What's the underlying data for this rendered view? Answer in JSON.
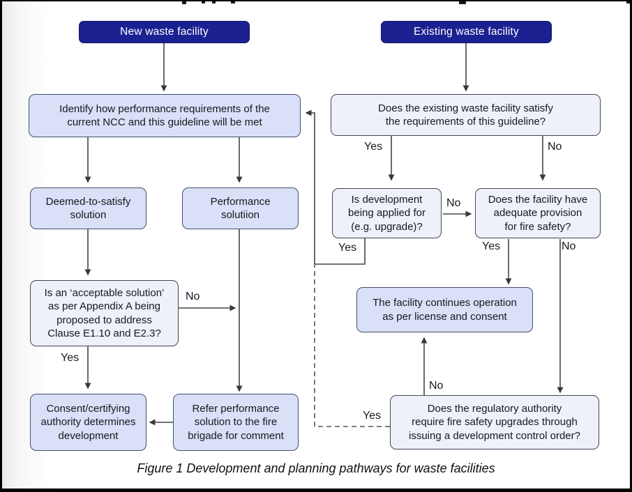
{
  "figure": {
    "caption": "Figure 1 Development and planning pathways for waste facilities"
  },
  "nodes": {
    "new_facility": {
      "label": "New waste facility",
      "type": "start"
    },
    "existing_facility": {
      "label": "Existing waste facility",
      "type": "start"
    },
    "identify": {
      "label": "Identify how performance requirements of the\ncurrent NCC and this guideline will be met",
      "type": "process"
    },
    "does_existing": {
      "label": "Does the existing waste facility satisfy\nthe requirements of this guideline?",
      "type": "decision"
    },
    "deemed": {
      "label": "Deemed-to-satisfy\nsolution",
      "type": "process"
    },
    "performance": {
      "label": "Performance\nsolutiion",
      "type": "process"
    },
    "is_development": {
      "label": "Is development\nbeing applied for\n(e.g. upgrade)?",
      "type": "decision"
    },
    "does_facility": {
      "label": "Does the facility have\nadequate provision\nfor fire safety?",
      "type": "decision"
    },
    "acceptable": {
      "label": "Is an ‘acceptable solution’\nas per Appendix A being\nproposed to address\nClause E1.10 and E2.3?",
      "type": "decision"
    },
    "facility_continues": {
      "label": "The facility continues operation\nas per license and consent",
      "type": "process"
    },
    "consent": {
      "label": "Consent/certifying\nauthority determines\ndevelopment",
      "type": "process"
    },
    "refer": {
      "label": "Refer performance\nsolution to the fire\nbrigade for comment",
      "type": "process"
    },
    "regulatory": {
      "label": "Does the regulatory authority\nrequire fire safety upgrades through\nissuing a development control order?",
      "type": "decision"
    }
  },
  "edge_labels": {
    "existing_yes": "Yes",
    "existing_no": "No",
    "isdev_no": "No",
    "isdev_yes": "Yes",
    "facility_yes": "Yes",
    "facility_no": "No",
    "acceptable_no": "No",
    "acceptable_yes": "Yes",
    "regulatory_no": "No",
    "regulatory_yes": "Yes"
  },
  "colors": {
    "header_fill": "#1b2191",
    "header_text": "#ffffff",
    "process_fill": "#d9e0f7",
    "decision_fill": "#eef0fa",
    "box_border": "#434e6b",
    "line": "#3c3c3c",
    "frame": "#000000"
  }
}
